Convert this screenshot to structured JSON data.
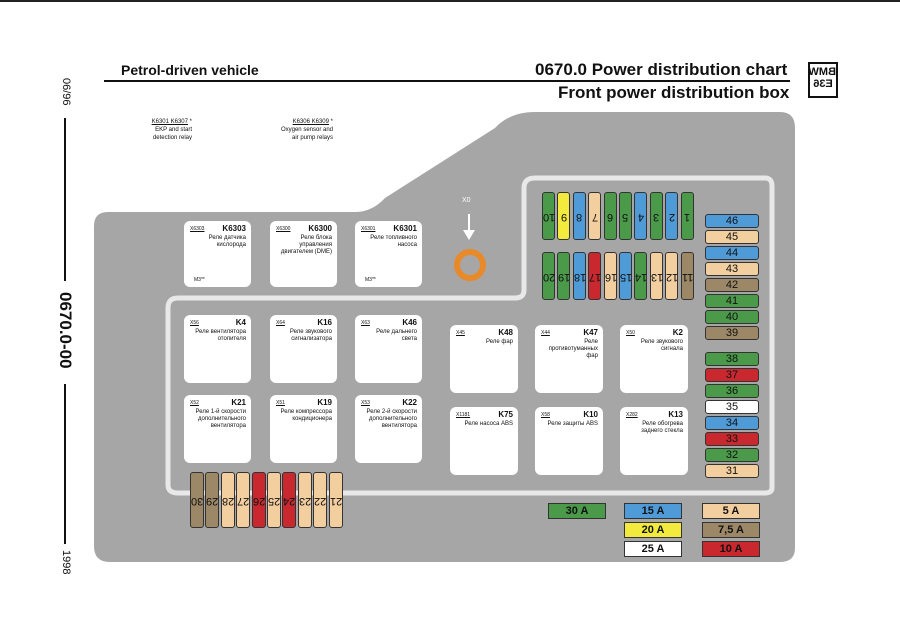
{
  "header": {
    "title": "0670.0 Power distribution chart",
    "variant": "Petrol-driven vehicle",
    "subtitle": "Front power distribution box",
    "logo_line1": "BMW",
    "logo_line2": "E36"
  },
  "side": {
    "top": "06/96",
    "middle": "0670.0-00",
    "bottom": "1998"
  },
  "notes": [
    {
      "star": "*",
      "codes": "K6301  K6307",
      "text1": "EKP and start",
      "text2": "detection relay"
    },
    {
      "star": "*",
      "codes": "K6306  K6309",
      "text1": "Oxygen sensor and",
      "text2": "air pump relays"
    }
  ],
  "connector": {
    "label": "X0"
  },
  "relays_top": [
    {
      "name": "K6303",
      "term": "X6303",
      "desc": "Реле датчика кислорода",
      "mark": "M3**"
    },
    {
      "name": "K6300",
      "term": "X6300",
      "desc": "Реле блока управления двигателем (DME)",
      "mark": ""
    },
    {
      "name": "K6301",
      "term": "X6301",
      "desc": "Реле топливного насоса",
      "mark": "M3**"
    }
  ],
  "relays_mid": [
    {
      "name": "K4",
      "term": "X56",
      "desc": "Реле вентилятора отопителя"
    },
    {
      "name": "K16",
      "term": "X64",
      "desc": "Реле звукового сигнализатора"
    },
    {
      "name": "K46",
      "term": "X63",
      "desc": "Реле дальнего света"
    },
    {
      "name": "K48",
      "term": "X45",
      "desc": "Реле фар"
    },
    {
      "name": "K47",
      "term": "X44",
      "desc": "Реле противотуманных фар"
    },
    {
      "name": "K2",
      "term": "X50",
      "desc": "Реле звукового сигнала"
    }
  ],
  "relays_low": [
    {
      "name": "K21",
      "term": "X52",
      "desc": "Реле 1-й скорости дополнительного вентилятора"
    },
    {
      "name": "K19",
      "term": "X51",
      "desc": "Реле компрессора кондиционера"
    },
    {
      "name": "K22",
      "term": "X53",
      "desc": "Реле 2-й скорости дополнительного вентилятора"
    },
    {
      "name": "K75",
      "term": "X1181",
      "desc": "Реле насоса ABS"
    },
    {
      "name": "K10",
      "term": "X58",
      "desc": "Реле защиты ABS"
    },
    {
      "name": "K13",
      "term": "X282",
      "desc": "Реле обогрева заднего стекла"
    }
  ],
  "fuses_top": [
    {
      "n": "10",
      "color": "green"
    },
    {
      "n": "9",
      "color": "yellow"
    },
    {
      "n": "8",
      "color": "blue"
    },
    {
      "n": "7",
      "color": "tan"
    },
    {
      "n": "6",
      "color": "green"
    },
    {
      "n": "5",
      "color": "green"
    },
    {
      "n": "4",
      "color": "blue"
    },
    {
      "n": "3",
      "color": "green"
    },
    {
      "n": "2",
      "color": "blue"
    },
    {
      "n": "1",
      "color": "green"
    }
  ],
  "fuses_second": [
    {
      "n": "20",
      "color": "green"
    },
    {
      "n": "19",
      "color": "green"
    },
    {
      "n": "18",
      "color": "blue"
    },
    {
      "n": "17",
      "color": "red"
    },
    {
      "n": "16",
      "color": "tan"
    },
    {
      "n": "15",
      "color": "blue"
    },
    {
      "n": "14",
      "color": "green"
    },
    {
      "n": "13",
      "color": "tan"
    },
    {
      "n": "12",
      "color": "tan"
    },
    {
      "n": "11",
      "color": "brown"
    }
  ],
  "fuses_right_a": [
    {
      "n": "46",
      "color": "blue"
    },
    {
      "n": "45",
      "color": "tan"
    },
    {
      "n": "44",
      "color": "blue"
    },
    {
      "n": "43",
      "color": "tan"
    },
    {
      "n": "42",
      "color": "brown"
    },
    {
      "n": "41",
      "color": "green"
    },
    {
      "n": "40",
      "color": "green"
    },
    {
      "n": "39",
      "color": "brown"
    }
  ],
  "fuses_right_b": [
    {
      "n": "38",
      "color": "green"
    },
    {
      "n": "37",
      "color": "red"
    },
    {
      "n": "36",
      "color": "green"
    },
    {
      "n": "35",
      "color": "white"
    },
    {
      "n": "34",
      "color": "blue"
    },
    {
      "n": "33",
      "color": "red"
    },
    {
      "n": "32",
      "color": "green"
    },
    {
      "n": "31",
      "color": "tan"
    }
  ],
  "fuses_bottom": [
    {
      "n": "30",
      "color": "brown"
    },
    {
      "n": "29",
      "color": "brown"
    },
    {
      "n": "28",
      "color": "tan"
    },
    {
      "n": "27",
      "color": "tan"
    },
    {
      "n": "26",
      "color": "red"
    },
    {
      "n": "25",
      "color": "tan"
    },
    {
      "n": "24",
      "color": "red"
    },
    {
      "n": "23",
      "color": "tan"
    },
    {
      "n": "22",
      "color": "tan"
    },
    {
      "n": "21",
      "color": "tan"
    }
  ],
  "legend": [
    {
      "label": "30 A",
      "color": "green"
    },
    {
      "label": "15 A",
      "color": "blue"
    },
    {
      "label": "20 A",
      "color": "yellow"
    },
    {
      "label": "25 A",
      "color": "white"
    },
    {
      "label": "5 A",
      "color": "tan"
    },
    {
      "label": "7,5 A",
      "color": "brown"
    },
    {
      "label": "10 A",
      "color": "red"
    }
  ],
  "colors": {
    "green": "#4a9a4a",
    "blue": "#4f9bd8",
    "yellow": "#f2ea3c",
    "tan": "#f3cfa0",
    "red": "#c8282e",
    "brown": "#9c8866",
    "white": "#ffffff",
    "box": "#a6a6a6",
    "connector": "#e8892a"
  }
}
